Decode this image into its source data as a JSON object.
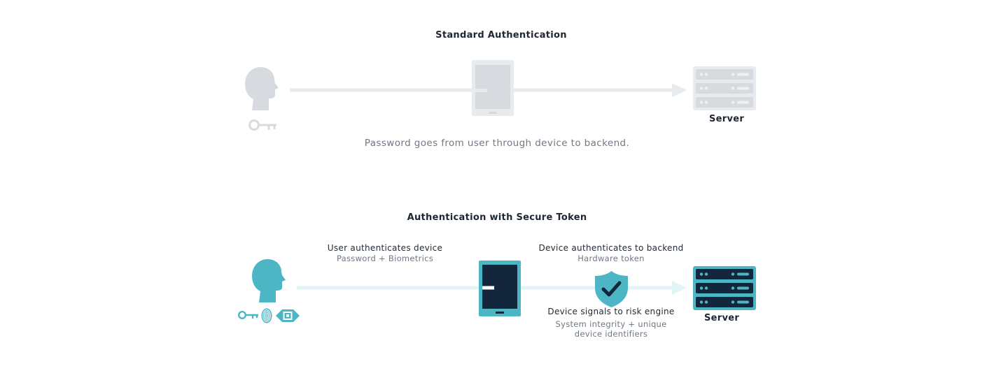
{
  "standard": {
    "title": "Standard Authentication",
    "server_label": "Server",
    "caption": "Password goes from user through device to backend.",
    "colors": {
      "light_gray": "#d7dbe0",
      "arrow": "#e7ebee",
      "server_slot": "#c9ced4"
    },
    "icons": [
      "user-head-icon",
      "key-icon",
      "tablet-icon",
      "server-icon"
    ]
  },
  "secure": {
    "title": "Authentication with Secure Token",
    "user_label": "User authenticates device",
    "user_sublabel": "Password + Biometrics",
    "device_label": "Device authenticates to backend",
    "device_sublabel": "Hardware token",
    "risk_label": "Device signals to risk engine",
    "risk_sublabel_line1": "System integrity + unique",
    "risk_sublabel_line2": "device identifiers",
    "server_label": "Server",
    "colors": {
      "teal": "#4db6c5",
      "navy": "#13263b",
      "arrow": "#e3f4f6"
    },
    "icons": [
      "user-head-icon",
      "key-icon",
      "fingerprint-icon",
      "eye-scan-icon",
      "tablet-icon",
      "shield-check-icon",
      "server-icon"
    ]
  }
}
